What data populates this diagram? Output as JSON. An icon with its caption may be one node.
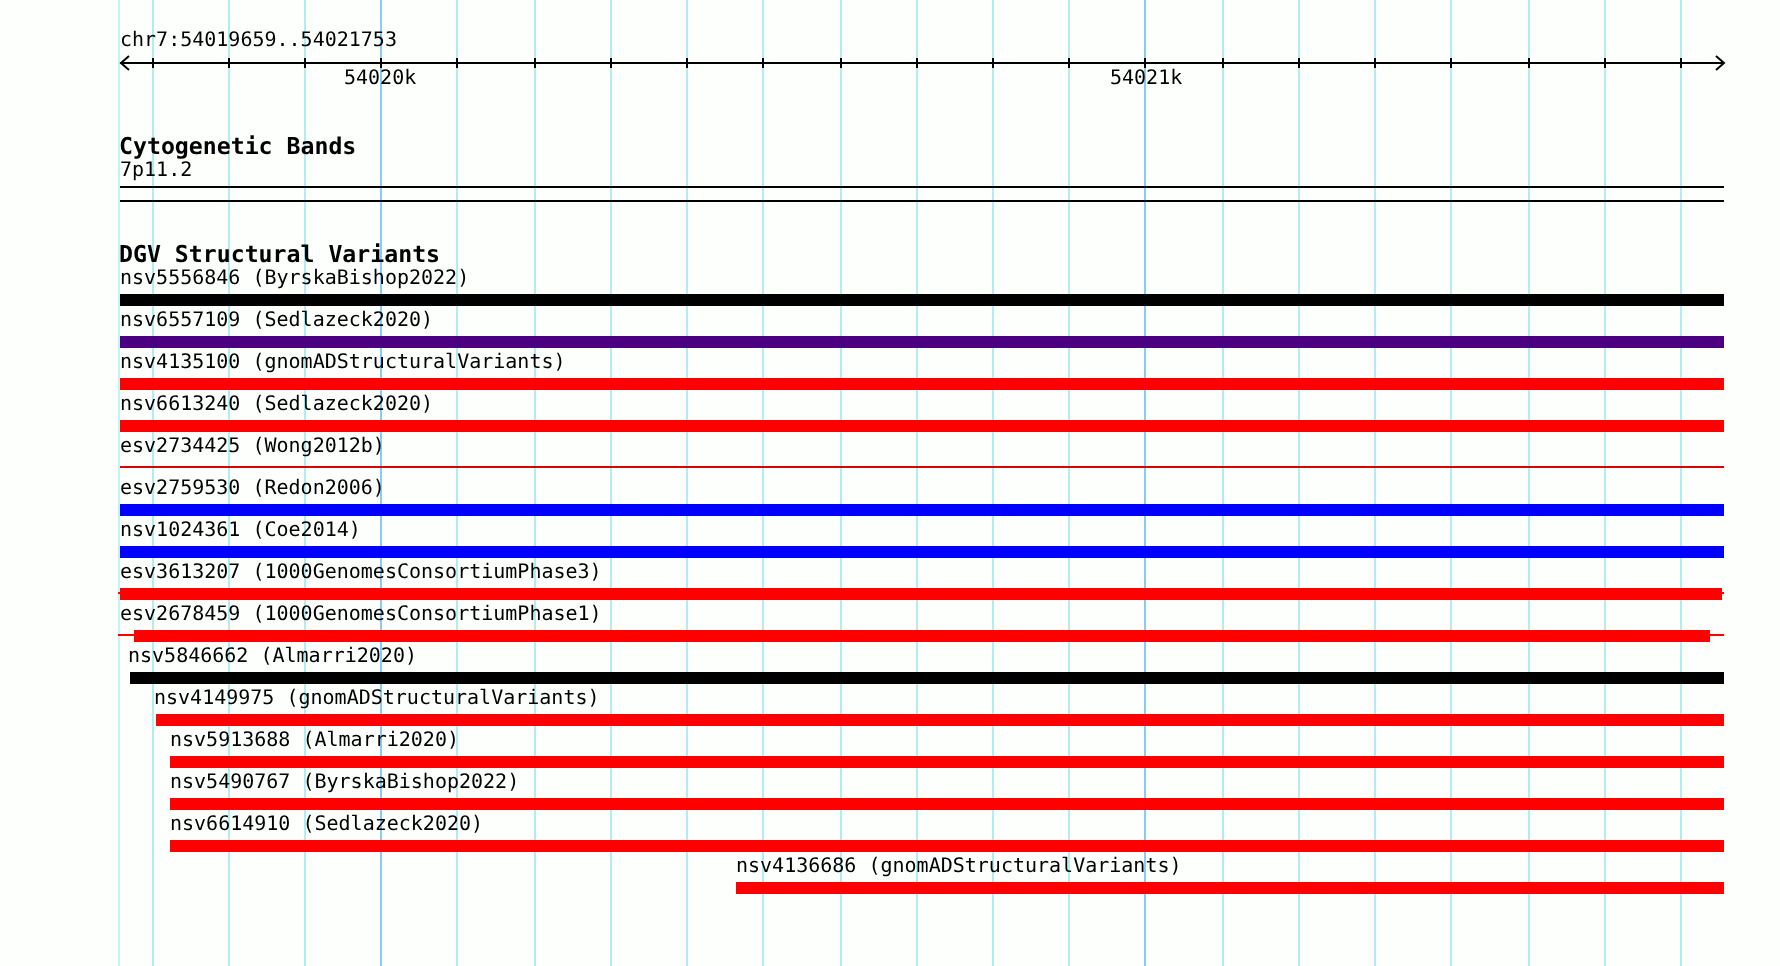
{
  "diagram": {
    "nodes": [
      {
        "text": [
          "7p11.2"
        ]
      },
      {
        "text": [
          "nsv5556846 (ByrskaBishop2022)"
        ]
      },
      {
        "text": [
          "nsv6557109 (Sedlazeck2020)"
        ]
      },
      {
        "text": [
          "nsv4135100 (gnomADStructuralVariants)"
        ]
      },
      {
        "text": [
          "nsv6613240 (Sedlazeck2020)"
        ]
      },
      {
        "text": [
          "esv2734425 (Wong2012b)"
        ]
      },
      {
        "text": [
          "esv2759530 (Redon2006)"
        ]
      },
      {
        "text": [
          "nsv1024361 (Coe2014)"
        ]
      },
      {
        "text": [
          "esv3613207 (1000GenomesConsortiumPhase3)"
        ]
      },
      {
        "text": [
          "esv2678459 (1000GenomesConsortiumPhase1)"
        ]
      },
      {
        "text": [
          "nsv5846662 (Almarri2020)"
        ]
      },
      {
        "text": [
          "nsv4149975 (gnomADStructuralVariants)"
        ]
      },
      {
        "text": [
          "nsv5913688 (Almarri2020)"
        ]
      },
      {
        "text": [
          "nsv5490767 (ByrskaBishop2022)"
        ]
      },
      {
        "text": [
          "nsv6614910 (Sedlazeck2020)"
        ]
      },
      {
        "text": [
          "nsv4136686 (gnomADStructuralVariants)"
        ]
      }
    ],
    "labels": [
      "chr7:54019659..54021753",
      "54020k",
      "54021k",
      "Cytogenetic Bands",
      "DGV Structural Variants"
    ]
  }
}
